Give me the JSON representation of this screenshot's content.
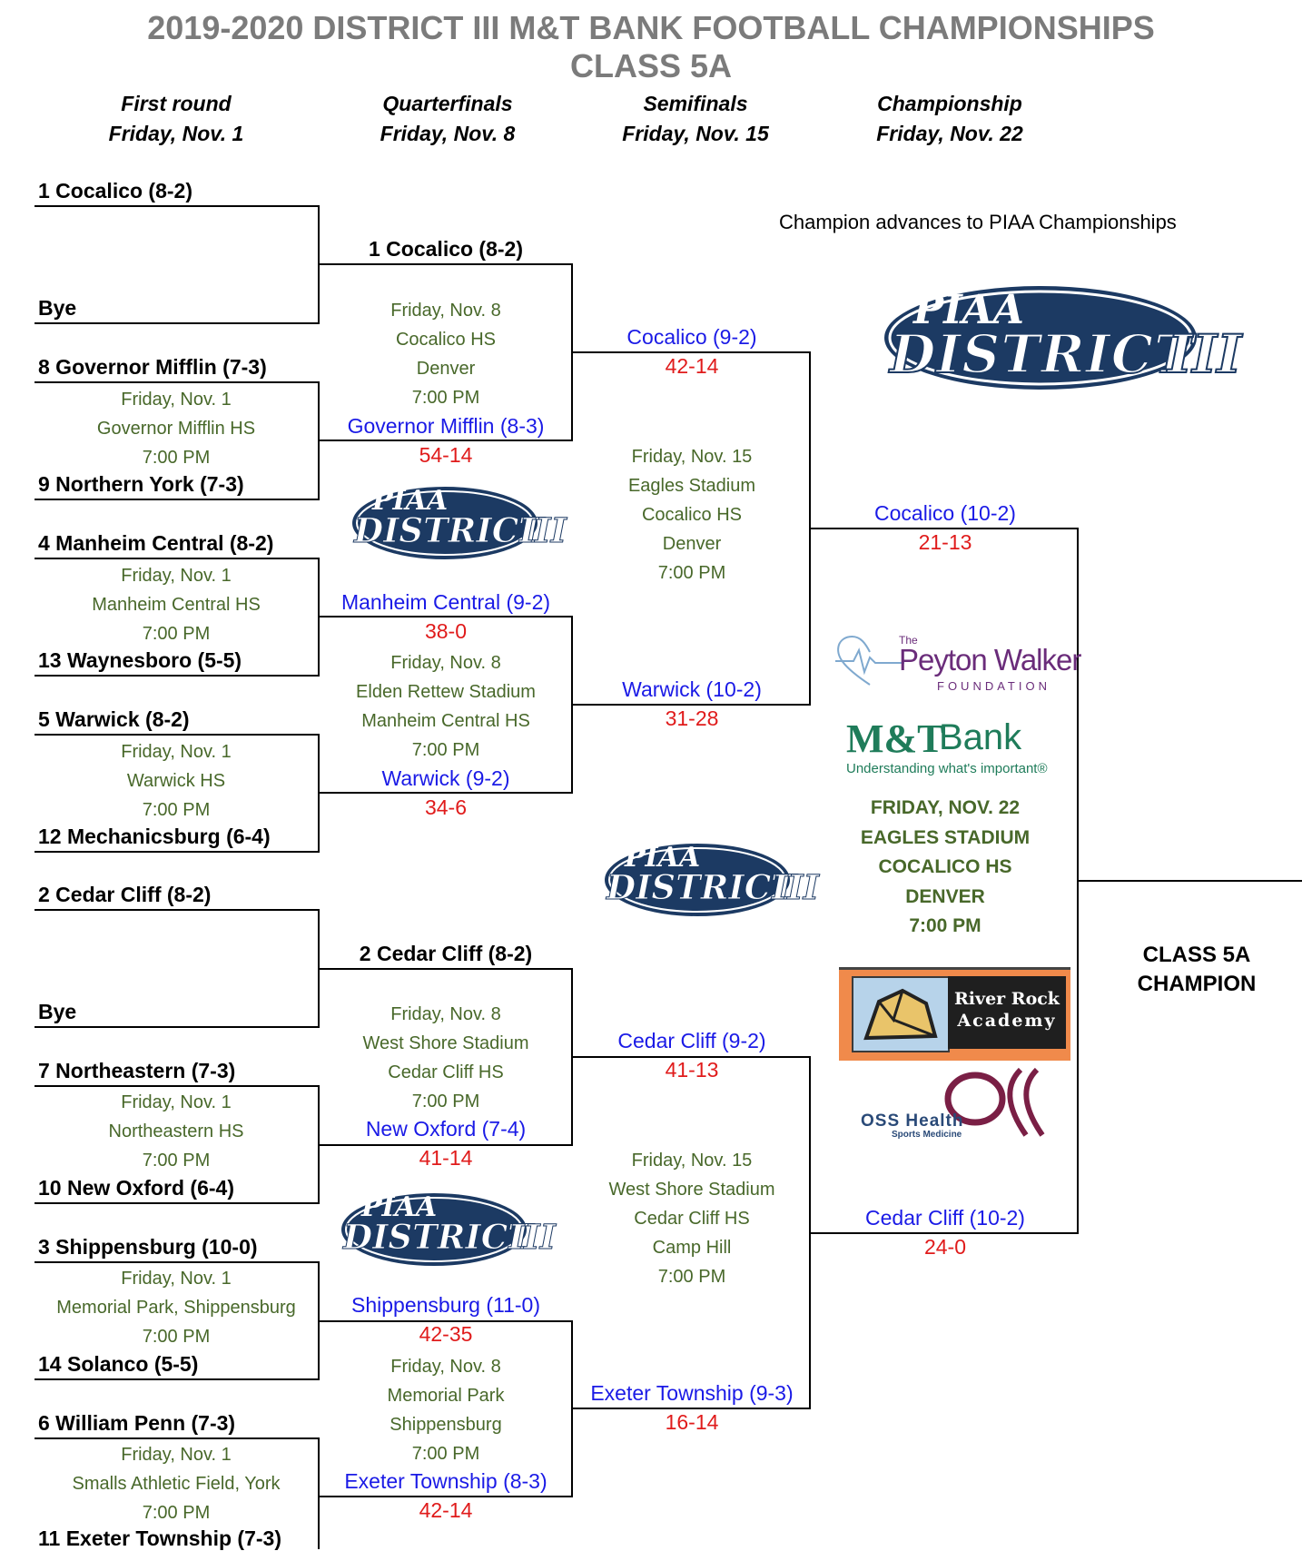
{
  "title": {
    "line1": "2019-2020 DISTRICT III M&T BANK FOOTBALL CHAMPIONSHIPS",
    "line2": "CLASS 5A"
  },
  "rounds": [
    {
      "name": "First round",
      "date": "Friday, Nov. 1"
    },
    {
      "name": "Quarterfinals",
      "date": "Friday, Nov. 8"
    },
    {
      "name": "Semifinals",
      "date": "Friday, Nov. 15"
    },
    {
      "name": "Championship",
      "date": "Friday, Nov. 22"
    }
  ],
  "first_round": [
    {
      "top": "1 Cocalico (8-2)",
      "bottom": "Bye"
    },
    {
      "top": "8 Governor Mifflin (7-3)",
      "bottom": "9 Northern York (7-3)",
      "date": "Friday, Nov. 1",
      "site": "Governor Mifflin HS",
      "time": "7:00 PM",
      "winner": "Governor Mifflin (8-3)",
      "score": "54-14"
    },
    {
      "top": "4 Manheim Central (8-2)",
      "bottom": "13 Waynesboro (5-5)",
      "date": "Friday, Nov. 1",
      "site": "Manheim Central HS",
      "time": "7:00 PM",
      "winner": "Manheim Central (9-2)",
      "score": "38-0"
    },
    {
      "top": "5 Warwick (8-2)",
      "bottom": "12 Mechanicsburg (6-4)",
      "date": "Friday, Nov. 1",
      "site": "Warwick HS",
      "time": "7:00 PM",
      "winner": "Warwick (9-2)",
      "score": "34-6"
    },
    {
      "top": "2 Cedar Cliff (8-2)",
      "bottom": "Bye"
    },
    {
      "top": "7 Northeastern (7-3)",
      "bottom": "10 New Oxford (6-4)",
      "date": "Friday, Nov. 1",
      "site": "Northeastern HS",
      "time": "7:00 PM",
      "winner": "New Oxford (7-4)",
      "score": "41-14"
    },
    {
      "top": "3 Shippensburg (10-0)",
      "bottom": "14 Solanco (5-5)",
      "date": "Friday, Nov. 1",
      "site": "Memorial Park, Shippensburg",
      "time": "7:00 PM",
      "winner": "Shippensburg (11-0)",
      "score": "42-35"
    },
    {
      "top": "6 William Penn (7-3)",
      "bottom": "11 Exeter Township (7-3)",
      "date": "Friday, Nov. 1",
      "site": "Smalls Athletic Field, York",
      "time": "7:00 PM",
      "winner": "Exeter Township (8-3)",
      "score": "42-14"
    }
  ],
  "bye_advance": [
    "1 Cocalico (8-2)",
    "2 Cedar Cliff (8-2)"
  ],
  "quarterfinals": [
    {
      "lines": [
        "Friday, Nov. 8",
        "Cocalico HS",
        "Denver",
        "7:00 PM"
      ],
      "winner": "Cocalico (9-2)",
      "score": "42-14"
    },
    {
      "lines": [
        "Friday, Nov. 8",
        "Elden Rettew Stadium",
        "Manheim Central HS",
        "7:00 PM"
      ],
      "winner": "Warwick (10-2)",
      "score": "31-28"
    },
    {
      "lines": [
        "Friday, Nov. 8",
        "West Shore Stadium",
        "Cedar Cliff HS",
        "7:00 PM"
      ],
      "winner": "Cedar Cliff (9-2)",
      "score": "41-13"
    },
    {
      "lines": [
        "Friday, Nov. 8",
        "Memorial Park",
        "Shippensburg",
        "7:00 PM"
      ],
      "winner": "Exeter Township (9-3)",
      "score": "16-14"
    }
  ],
  "semifinals": [
    {
      "lines": [
        "Friday, Nov. 15",
        "Eagles Stadium",
        "Cocalico HS",
        "Denver",
        "7:00 PM"
      ],
      "winner": "Cocalico (10-2)",
      "score": "21-13"
    },
    {
      "lines": [
        "Friday, Nov. 15",
        "West Shore Stadium",
        "Cedar Cliff HS",
        "Camp Hill",
        "7:00 PM"
      ],
      "winner": "Cedar Cliff (10-2)",
      "score": "24-0"
    }
  ],
  "championship": {
    "note": "Champion advances to PIAA Championships",
    "lines": [
      "FRIDAY, NOV. 22",
      "EAGLES STADIUM",
      "COCALICO HS",
      "DENVER",
      "7:00 PM"
    ],
    "label_line1": "CLASS 5A",
    "label_line2": "CHAMPION"
  },
  "logos": {
    "piaa_top": "PIAA",
    "piaa_bottom": "DISTRICT",
    "piaa_numeral": "III",
    "peyton_the": "The",
    "peyton_name": "Peyton Walker",
    "peyton_sub": "FOUNDATION",
    "mt_main": "M&T",
    "mt_bank": "Bank",
    "mt_tagline": "Understanding what's important®",
    "river_line1": "River Rock",
    "river_line2": "Academy",
    "oss_line1": "OSS Health",
    "oss_line2": "Sports Medicine"
  },
  "colors": {
    "title_gray": "#7b7b7b",
    "winner_blue": "#1a1ae6",
    "score_red": "#e01b1b",
    "site_green": "#48682a",
    "piaa_navy": "#1c3a63",
    "river_orange": "#f08a4b",
    "oss_purple": "#7a1f45"
  }
}
